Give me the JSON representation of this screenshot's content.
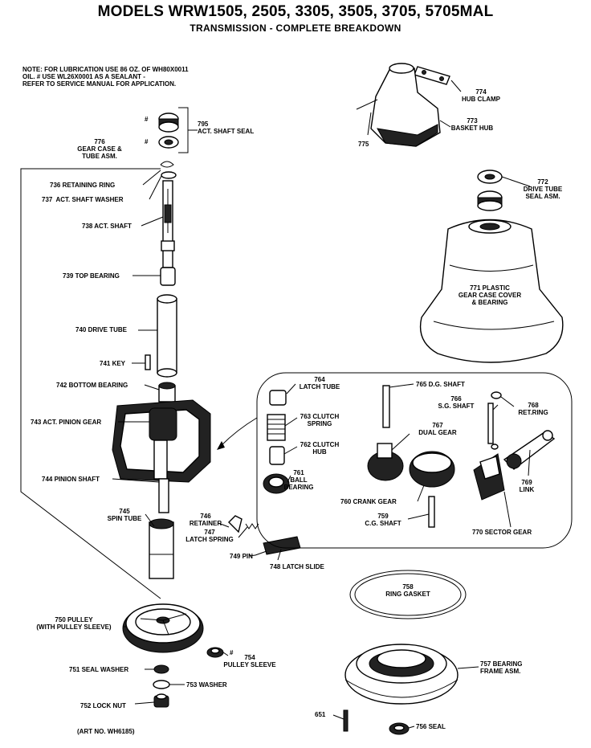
{
  "title": "MODELS WRW1505, 2505, 3305, 3505, 3705, 5705MAL",
  "subtitle": "TRANSMISSION - COMPLETE BREAKDOWN",
  "note": "NOTE: FOR LUBRICATION USE 86 OZ. OF WH80X0011\nOIL. # USE WL26X0001 AS A SEALANT -\nREFER TO SERVICE MANUAL FOR APPLICATION.",
  "art_no": "(ART NO. WH6185)",
  "parts": {
    "p795": "795\nACT. SHAFT SEAL",
    "hash1": "#",
    "hash2": "#",
    "p776": "776\nGEAR CASE &\nTUBE ASM.",
    "p736": "736 RETAINING RING",
    "p737": "737  ACT. SHAFT WASHER",
    "p738": "738 ACT. SHAFT",
    "p739": "739 TOP BEARING",
    "p740": "740 DRIVE TUBE",
    "p741": "741 KEY",
    "p742": "742 BOTTOM BEARING",
    "p743": "743 ACT. PINION GEAR",
    "p744": "744 PINION SHAFT",
    "p745": "745\nSPIN TUBE",
    "p746": "746\nRETAINER",
    "p747": "747\nLATCH SPRING",
    "p749": "749 PIN",
    "p748": "748 LATCH SLIDE",
    "p774": "774\nHUB CLAMP",
    "p773": "773\nBASKET HUB",
    "p775": "775",
    "p772": "772\nDRIVE TUBE\nSEAL ASM.",
    "p771": "771 PLASTIC\nGEAR CASE COVER\n& BEARING",
    "p764": "764\nLATCH TUBE",
    "p763": "763 CLUTCH\nSPRING",
    "p762": "762 CLUTCH\nHUB",
    "p761b": "761\nBALL\nBEARING",
    "p765": "765 D.G. SHAFT",
    "p767": "767\nDUAL GEAR",
    "p766": "766\nS.G. SHAFT",
    "p768": "768\nRET.RING",
    "p769": "769\nLINK",
    "p760": "760 CRANK GEAR",
    "p759": "759\nC.G. SHAFT",
    "p770": "770 SECTOR GEAR",
    "p758": "758\nRING GASKET",
    "p750": "750 PULLEY\n(WITH PULLEY SLEEVE)",
    "p754": "754\nPULLEY SLEEVE",
    "p754hash": "#",
    "p751": "751 SEAL WASHER",
    "p753": "753 WASHER",
    "p752": "752 LOCK NUT",
    "p757": "757 BEARING\nFRAME ASM.",
    "p651": "651",
    "p756": "756 SEAL"
  }
}
